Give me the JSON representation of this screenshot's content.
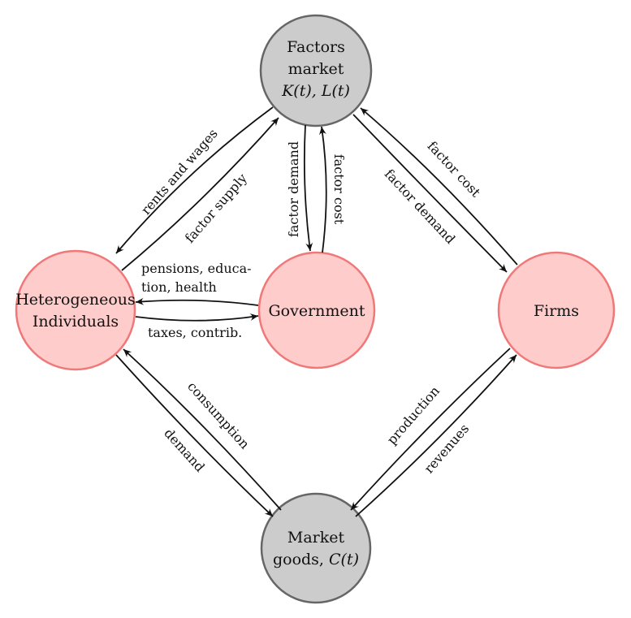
{
  "colors": {
    "gray_fill": "#cccccc",
    "gray_stroke": "#666666",
    "pink_fill": "#ffcccc",
    "pink_stroke": "#f07878",
    "edge": "#111111"
  },
  "nodes": {
    "factors_market": {
      "line1": "Factors",
      "line2": "market",
      "line3": "K(t), L(t)"
    },
    "individuals": {
      "line1": "Heterogeneous",
      "line2": "Individuals"
    },
    "government": {
      "label": "Government"
    },
    "firms": {
      "label": "Firms"
    },
    "market_goods": {
      "line1": "Market",
      "line2_text": "goods, ",
      "line2_math": "C(t)"
    }
  },
  "edges": {
    "rents_and_wages": "rents and wages",
    "factor_supply": "factor supply",
    "gov_factor_demand": "factor demand",
    "gov_factor_cost": "factor cost",
    "firms_factor_cost": "factor cost",
    "firms_factor_demand": "factor demand",
    "pensions_line1": "pensions, educa-",
    "pensions_line2": "tion, health",
    "taxes": "taxes, contrib.",
    "consumption": "consumption",
    "demand": "demand",
    "production": "production",
    "revenues": "revenues"
  }
}
